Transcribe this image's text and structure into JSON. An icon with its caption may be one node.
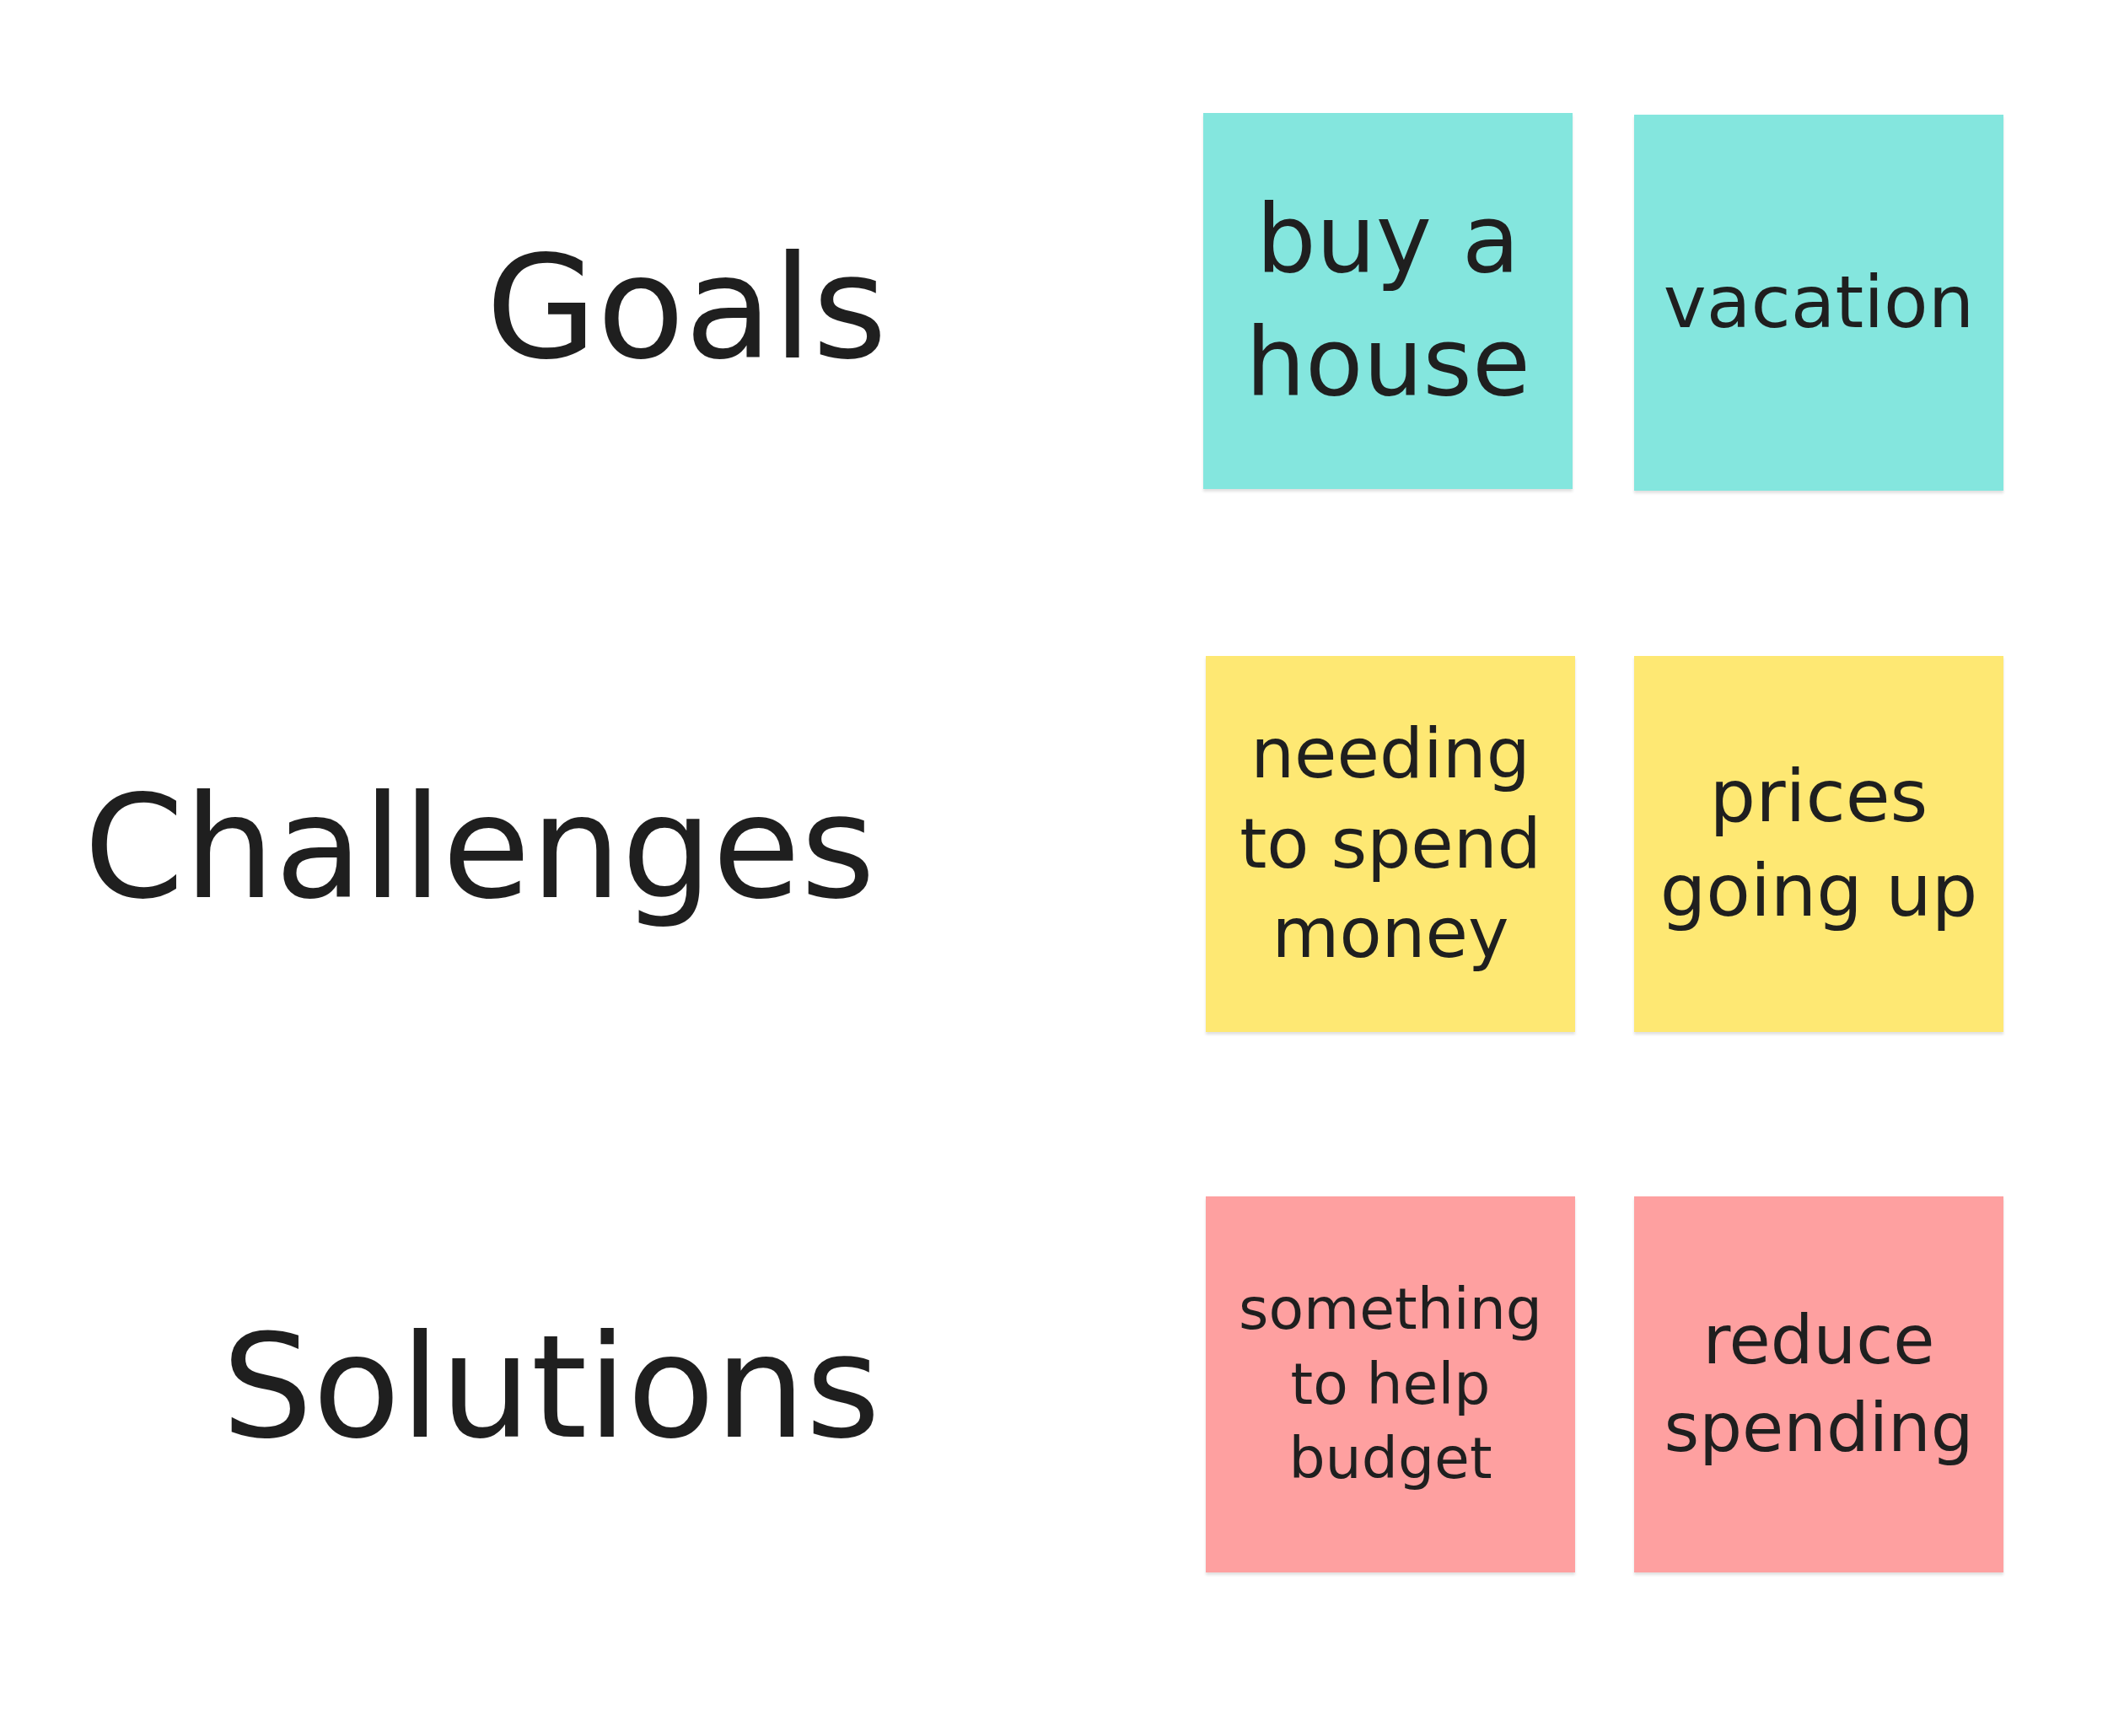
{
  "diagram": {
    "nodes": [
      {
        "text": [
          "buy a house"
        ]
      },
      {
        "text": [
          "vacation"
        ]
      },
      {
        "text": [
          "needing to spend money"
        ]
      },
      {
        "text": [
          "prices going up"
        ]
      },
      {
        "text": [
          "something to help budget"
        ]
      },
      {
        "text": [
          "reduce spending"
        ]
      }
    ],
    "labels": [
      "Goals",
      "Challenges",
      "Solutions"
    ]
  }
}
